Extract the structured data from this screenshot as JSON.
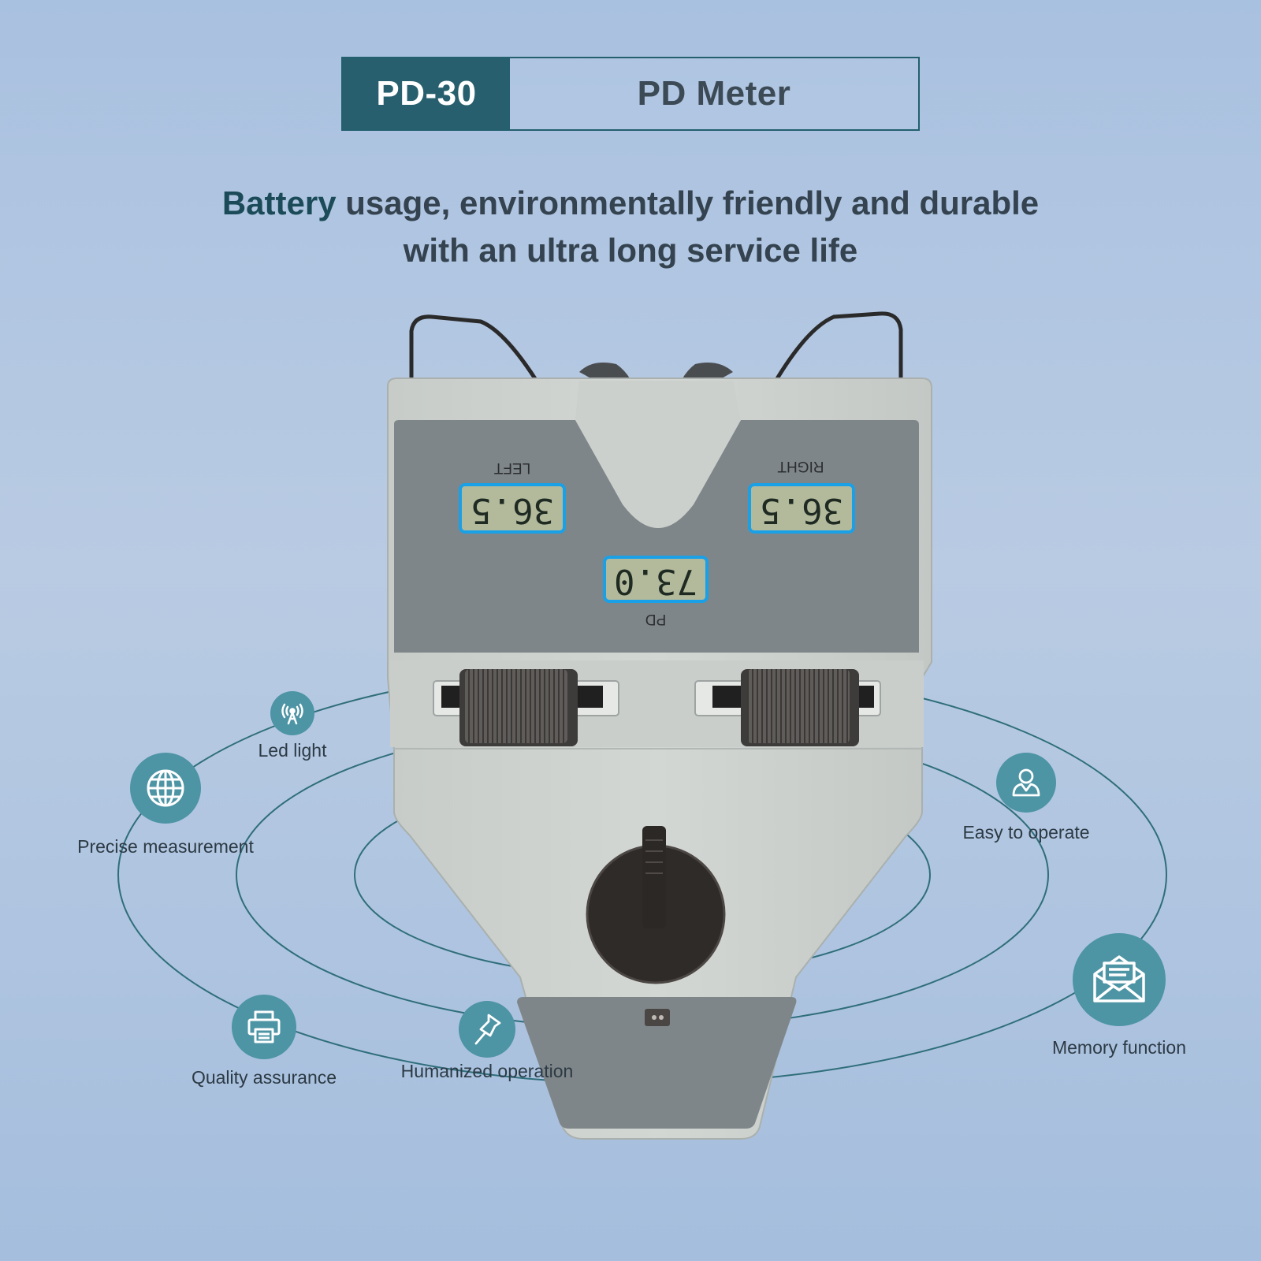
{
  "header": {
    "model": "PD-30",
    "product": "PD Meter"
  },
  "headline": {
    "highlight": "Battery",
    "line1_rest": " usage, environmentally friendly and durable",
    "line2": "with an ultra long service life"
  },
  "device": {
    "left_label": "LEFT",
    "right_label": "RIGHT",
    "pd_label": "PD",
    "left_value": "36.5",
    "right_value": "36.5",
    "pd_value": "73.0"
  },
  "features": [
    {
      "label": "Led light",
      "icon": "antenna-icon"
    },
    {
      "label": "Precise measurement",
      "icon": "globe-icon"
    },
    {
      "label": "Quality assurance",
      "icon": "printer-icon"
    },
    {
      "label": "Humanized operation",
      "icon": "pushpin-icon"
    },
    {
      "label": "Easy to operate",
      "icon": "user-icon"
    },
    {
      "label": "Memory function",
      "icon": "envelope-icon"
    }
  ],
  "colors": {
    "accent": "#275f6e",
    "icon_circle": "#4d94a4",
    "lcd_border": "#1aa0e6",
    "lcd_screen": "#b3b99b"
  }
}
